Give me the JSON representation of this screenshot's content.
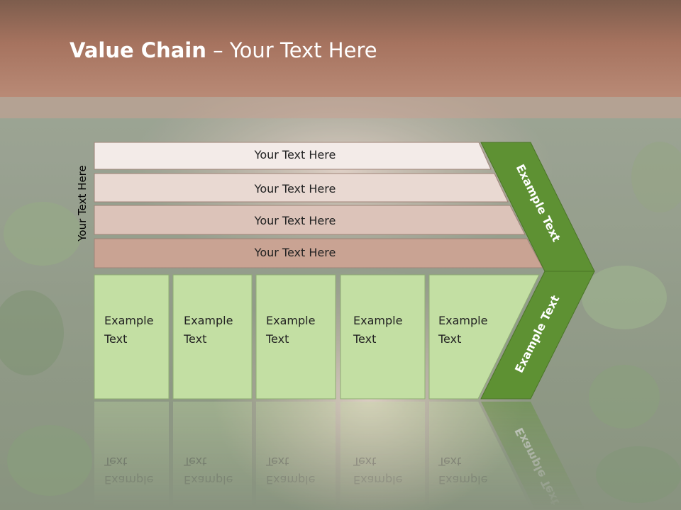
{
  "title": {
    "bold": "Value Chain",
    "rest": " – Your Text Here"
  },
  "side_label": "Your Text Here",
  "bars": [
    "Your Text Here",
    "Your Text Here",
    "Your Text Here",
    "Your Text Here"
  ],
  "boxes": [
    [
      "Example",
      "Text"
    ],
    [
      "Example",
      "Text"
    ],
    [
      "Example",
      "Text"
    ],
    [
      "Example",
      "Text"
    ],
    [
      "Example",
      "Text"
    ]
  ],
  "chevron_top": "Example Text",
  "chevron_bottom": "Example Text",
  "colors": {
    "header": "#a6735f",
    "bar_fills": [
      "#f3ebe8",
      "#e9d9d2",
      "#dcc3b9",
      "#c9a393"
    ],
    "box_fill": "#c3dfa3",
    "chevron": "#5e9133"
  }
}
